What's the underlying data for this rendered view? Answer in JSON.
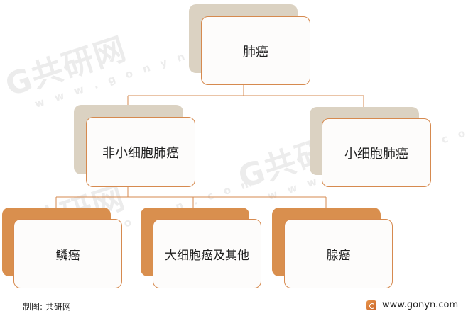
{
  "diagram": {
    "root": "肺癌",
    "level2": [
      "非小细胞肺癌",
      "小细胞肺癌"
    ],
    "level3": [
      "鳞癌",
      "大细胞癌及其他",
      "腺癌"
    ]
  },
  "footer": {
    "source": "制图: 共研网",
    "website": "www.gonyn.com"
  },
  "watermark": {
    "brand": "G共研网",
    "domain": "w w w . g o n y n . c o m"
  },
  "colors": {
    "connector": "#d68a4f",
    "shadow_tan": "#dbd2c2",
    "shadow_orange": "#d98f4e",
    "card_border": "#d68a4f"
  }
}
